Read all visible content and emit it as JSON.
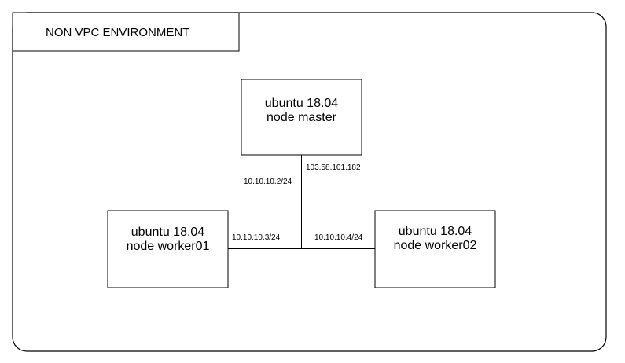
{
  "environment": {
    "title": "NON VPC ENVIRONMENT"
  },
  "nodes": {
    "master": {
      "line1": "ubuntu 18.04",
      "line2": "node master"
    },
    "worker01": {
      "line1": "ubuntu 18.04",
      "line2": "node worker01"
    },
    "worker02": {
      "line1": "ubuntu 18.04",
      "line2": "node worker02"
    }
  },
  "network": {
    "master_public_ip": "103.58.101.182",
    "master_private_ip": "10.10.10.2/24",
    "worker01_ip": "10.10.10.3/24",
    "worker02_ip": "10.10.10.4/24"
  }
}
